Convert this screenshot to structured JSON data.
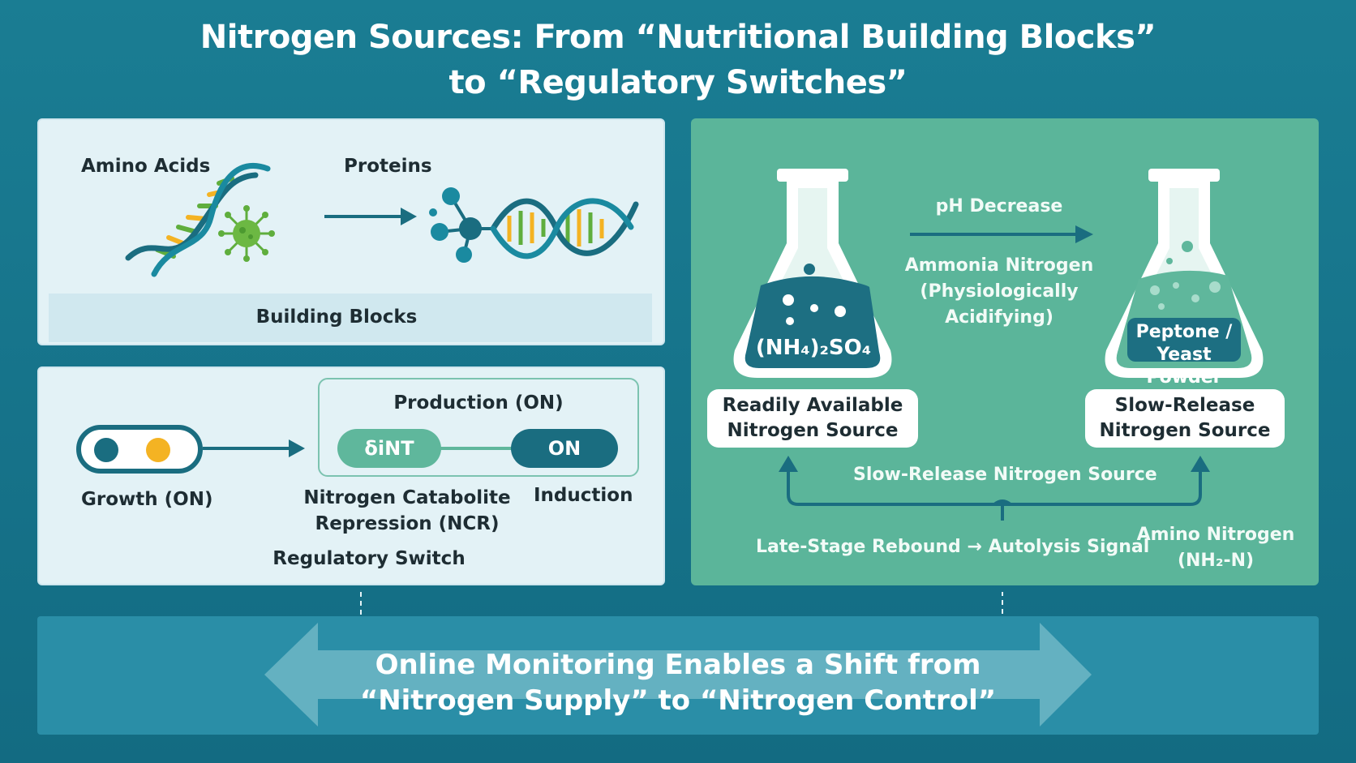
{
  "title": {
    "line1": "Nitrogen Sources: From “Nutritional Building Blocks”",
    "line2": "to  “Regulatory Switches”"
  },
  "building_blocks_panel": {
    "amino_acids_label": "Amino Acids",
    "proteins_label": "Proteins",
    "caption": "Building Blocks"
  },
  "regulatory_panel": {
    "production_label": "Production (ON)",
    "growth_label": "Growth (ON)",
    "delta_pill": "δiNT",
    "on_pill": "ON",
    "ncr_label_line1": "Nitrogen Catabolite",
    "ncr_label_line2": "Repression (NCR)",
    "induction_label": "Induction",
    "caption": "Regulatory Switch"
  },
  "nitrogen_panel": {
    "left_flask_formula": "(NH₄)₂SO₄",
    "left_box_line1": "Readily Available",
    "left_box_line2": "Nitrogen Source",
    "ph_label": "pH Decrease",
    "ammonia_line1": "Ammonia Nitrogen",
    "ammonia_line2": "(Physiologically",
    "ammonia_line3": "Acidifying)",
    "right_flask_line1": "Peptone /",
    "right_flask_line2": "Yeast Powder",
    "right_box_line1": "Slow-Release",
    "right_box_line2": "Nitrogen Source",
    "bracket_label": "Slow-Release Nitrogen Source",
    "rebound_label": "Late-Stage Rebound → Autolysis Signal",
    "amino_n_line1": "Amino Nitrogen",
    "amino_n_line2": "(NH₂-N)"
  },
  "bottom": {
    "line1": "Online Monitoring Enables a Shift from",
    "line2": "“Nitrogen Supply” to  “Nitrogen Control”"
  },
  "colors": {
    "background": "#17768c",
    "light_panel": "#e3f2f6",
    "green_panel": "#5bb59a",
    "teal_dark": "#1a6d80",
    "accent_yellow": "#f4b323",
    "accent_green": "#5fae3d",
    "pill_green": "#5fb79c"
  },
  "icons": [
    "dna-helix-icon",
    "virus-icon",
    "arrow-right-icon",
    "molecule-icon",
    "toggle-switch-icon",
    "erlenmeyer-flask-icon",
    "double-arrow-icon"
  ]
}
